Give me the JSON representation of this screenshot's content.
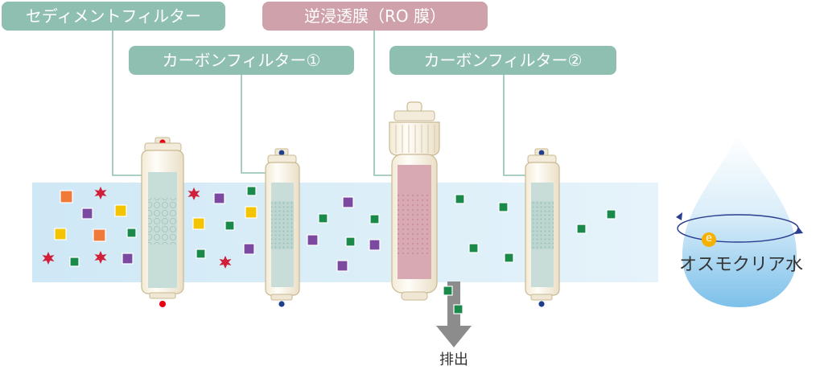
{
  "labels": {
    "sediment": "セディメントフィルター",
    "ro": "逆浸透膜（RO 膜）",
    "carbon1": "カーボンフィルター①",
    "carbon2": "カーボンフィルター②"
  },
  "outputs": {
    "water": "オスモクリア水",
    "drain": "排出",
    "electron": "e"
  },
  "colors": {
    "label_green": "#8fbfb1",
    "label_pink": "#cfa1ab",
    "pipe": "#d7ecf7",
    "impurity_orange": "#f07a3a",
    "impurity_yellow": "#f5c400",
    "impurity_purple": "#7b4aa0",
    "impurity_green": "#1a8a4a",
    "impurity_red_star": "#d0203a",
    "drain_arrow": "#8c8c8c"
  }
}
